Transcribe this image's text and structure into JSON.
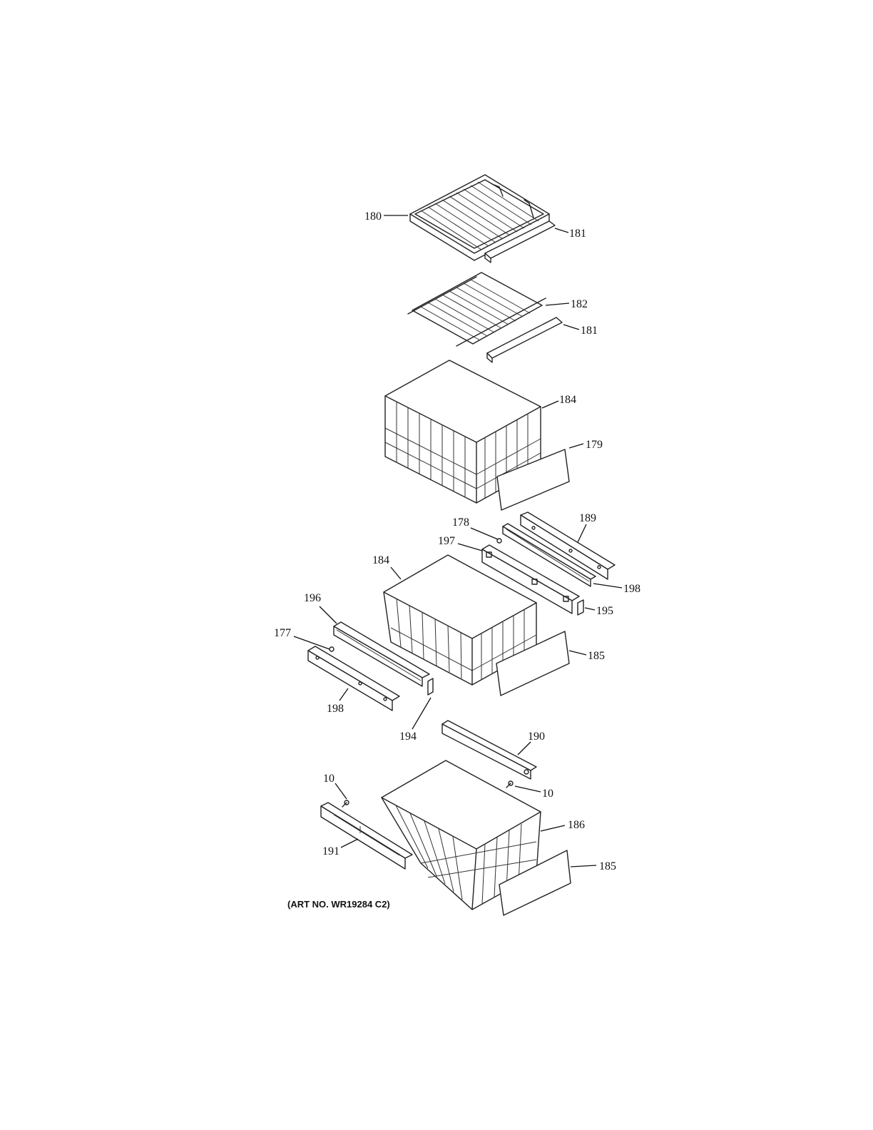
{
  "diagram": {
    "art_number": "(ART NO. WR19284 C2)",
    "callouts": {
      "c180": "180",
      "c181a": "181",
      "c182": "182",
      "c181b": "181",
      "c184a": "184",
      "c179": "179",
      "c178": "178",
      "c189": "189",
      "c197": "197",
      "c184b": "184",
      "c198a": "198",
      "c195": "195",
      "c196": "196",
      "c177": "177",
      "c185a": "185",
      "c198b": "198",
      "c194": "194",
      "c190": "190",
      "c10a": "10",
      "c10b": "10",
      "c186": "186",
      "c191": "191",
      "c185b": "185"
    }
  }
}
